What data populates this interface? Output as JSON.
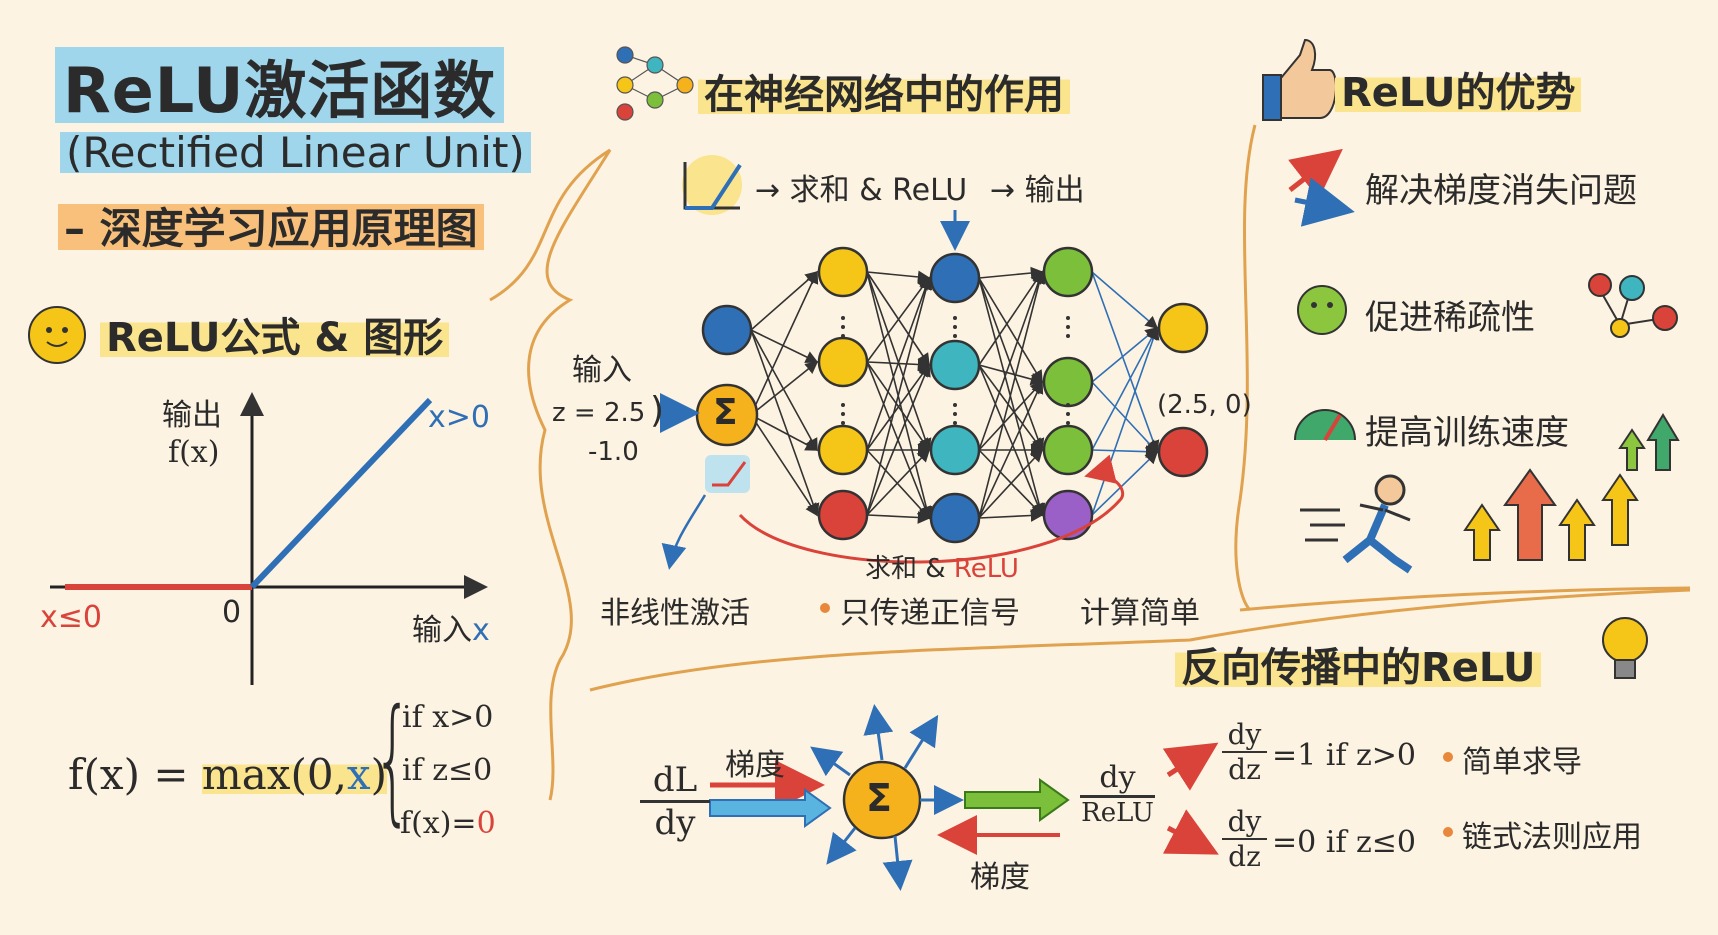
{
  "title": {
    "main": "ReLU激活函数",
    "subtitle": "(Rectified Linear Unit)",
    "tagline": "– 深度学习应用原理图"
  },
  "formula_section": {
    "heading": "ReLU公式 & 图形",
    "graph": {
      "y_axis_label": "输出",
      "y_func": "f(x)",
      "x_axis_label": "输入",
      "x_var": "x",
      "origin": "0",
      "pos_region": "x>0",
      "neg_region": "x≤0"
    },
    "formula": {
      "lhs": "f(x) = ",
      "fn": "max(0,",
      "var": "x",
      "close": ")",
      "case1": "if x>0",
      "case2": "if z≤0",
      "case3_prefix": "f(x)=",
      "case3_value": "0"
    }
  },
  "network_section": {
    "heading": "在神经网络中的作用",
    "flow": [
      "→ 求和 & ReLU",
      "→ 输出"
    ],
    "input_label": "输入",
    "z_value": "z = 2.5",
    "z_value2": "-1.0",
    "output_value": "(2.5, 0)",
    "sum_symbol": "Σ",
    "bottom_sum_relu": "求和 & ",
    "bottom_relu": "ReLU",
    "notes": [
      "非线性激活",
      "只传递正信号",
      "计算简单"
    ]
  },
  "advantages_section": {
    "heading": "ReLU的优势",
    "items": [
      "解决梯度消失问题",
      "促进稀疏性",
      "提高训练速度"
    ]
  },
  "backprop_section": {
    "heading": "反向传播中的ReLU",
    "dl_num": "dL",
    "dl_den": "dy",
    "grad_top": "梯度",
    "grad_bottom": "梯度",
    "sum_symbol": "Σ",
    "relu_num": "dy",
    "relu_den": "ReLU",
    "deriv1_num": "dy",
    "deriv1_den": "dz",
    "deriv1_rhs": "=1 if z>0",
    "deriv2_num": "dy",
    "deriv2_den": "dz",
    "deriv2_rhs": "=0 if z≤0",
    "notes": [
      "简单求导",
      "链式法则应用"
    ]
  },
  "colors": {
    "background": "#fdf3e2",
    "blue": "#2f6fb5",
    "red": "#d9433a",
    "yellow_node": "#f5c518",
    "teal_node": "#3fb6bf",
    "green_node": "#7cbf3a",
    "purple_node": "#9b5fc8",
    "orange_sum": "#f6b21c",
    "divider": "#e0a24e"
  }
}
